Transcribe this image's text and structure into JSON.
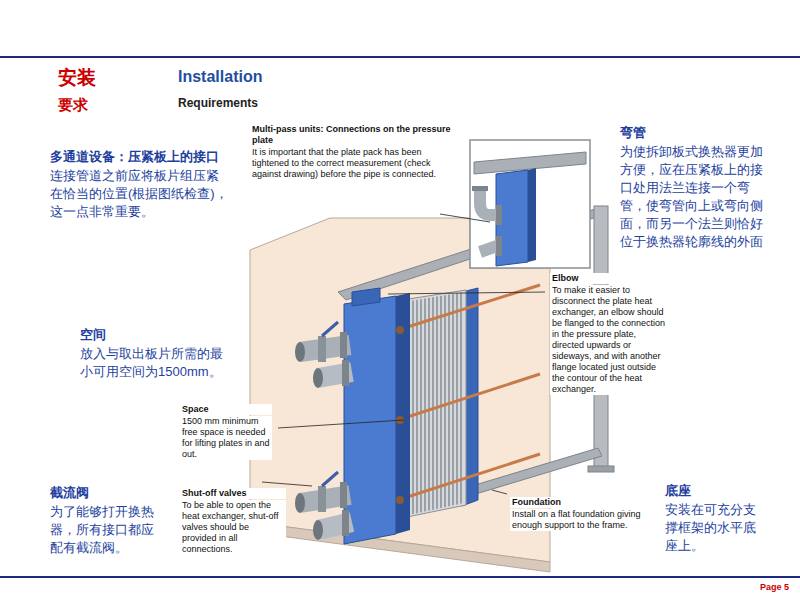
{
  "diagram": {
    "labels": [
      "安装",
      "要求",
      "Installation",
      "Requirements",
      "Multi-pass units: Connections on the pressure plate",
      "It is important that the plate pack has been tightened to the correct measurement (check against drawing) before the pipe is connected.",
      "多通道设备：压紧板上的接口",
      "连接管道之前应将板片组压紧在恰当的位置(根据图纸检查)，这一点非常重要。",
      "弯管",
      "为使拆卸板式换热器更加方便，应在压紧板上的接口处用法兰连接一个弯管，使弯管向上或弯向侧面，而另一个法兰则恰好位于换热器轮廓线的外面",
      "Elbow",
      "To make it easier to disconnect the plate heat exchanger, an elbow should be flanged to the connection in the pressure plate, directed upwards or sideways, and with another flange located just outside the contour of the heat exchanger.",
      "空间",
      "放入与取出板片所需的最小可用空间为1500mm。",
      "Space",
      "1500 mm minimum free space is needed for lifting plates in and out.",
      "截流阀",
      "为了能够打开换热器，所有接口都应配有截流阀。",
      "Shut-off valves",
      "To be able to open the heat exchanger, shut-off valves should be provided in all connections.",
      "Foundation",
      "Install on a flat foundation giving enough support to the frame.",
      "底座",
      "安装在可充分支撑框架的水平底座上。",
      "Page 5"
    ]
  }
}
